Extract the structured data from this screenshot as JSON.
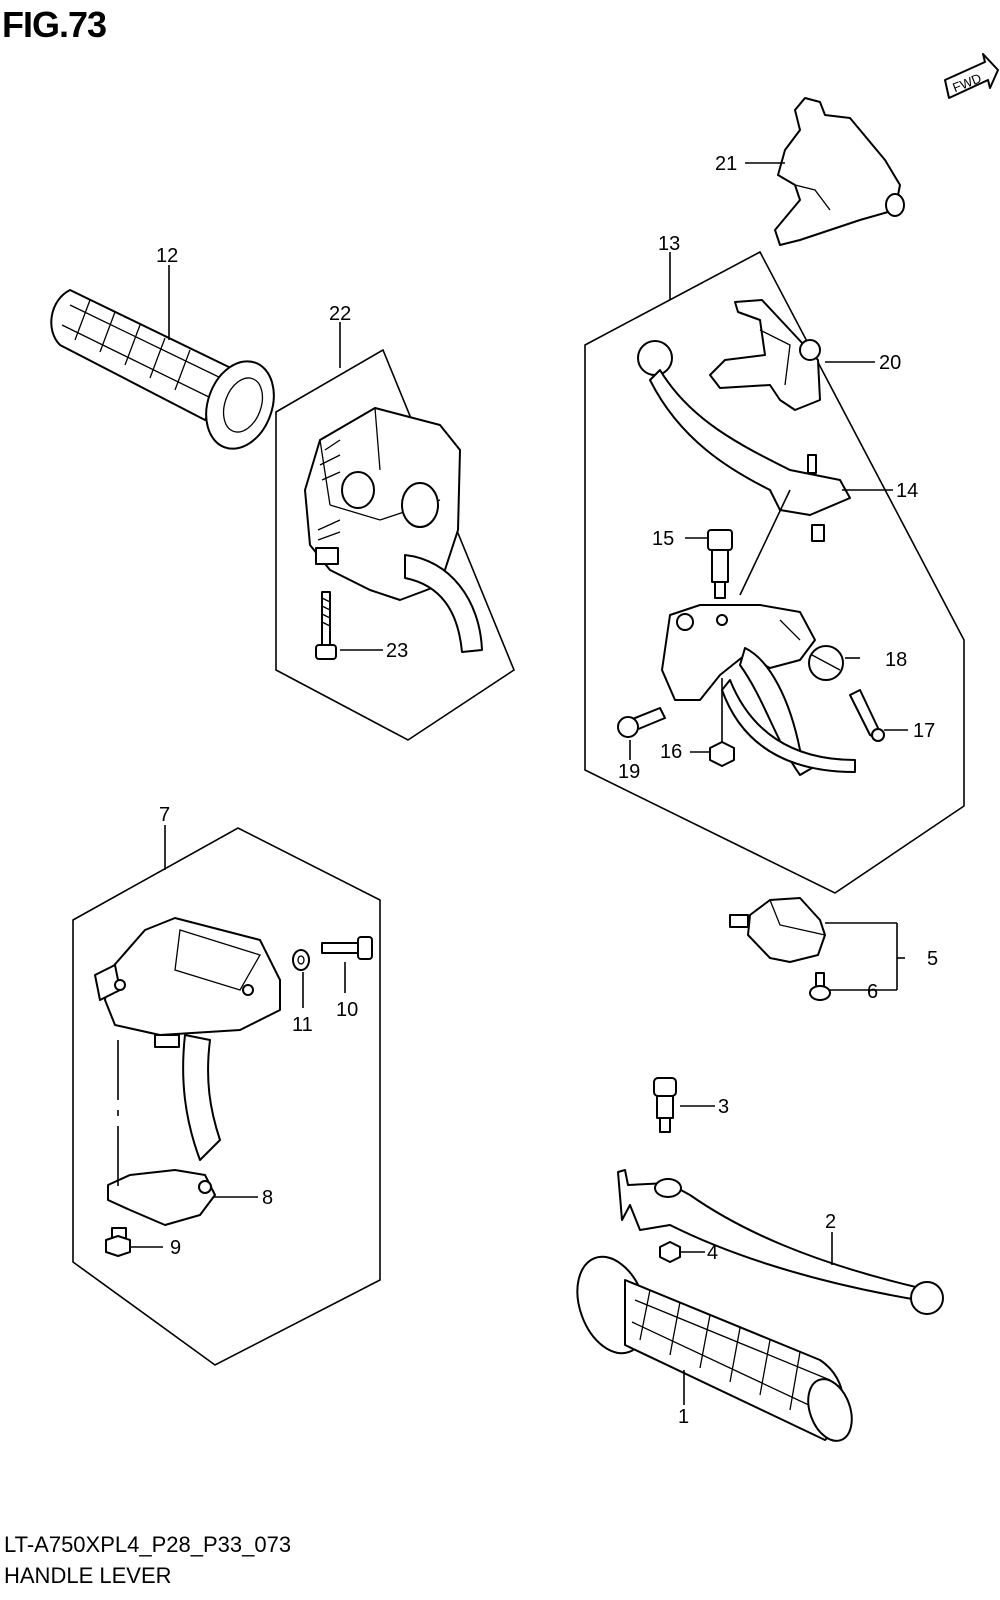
{
  "header": {
    "figure": "FIG.73",
    "fwd_label": "FWD"
  },
  "footer": {
    "code": "LT-A750XPL4_P28_P33_073",
    "name": "HANDLE LEVER"
  },
  "callouts": [
    "1",
    "2",
    "3",
    "4",
    "5",
    "6",
    "7",
    "8",
    "9",
    "10",
    "11",
    "12",
    "13",
    "14",
    "15",
    "16",
    "17",
    "18",
    "19",
    "20",
    "21",
    "22",
    "23"
  ]
}
